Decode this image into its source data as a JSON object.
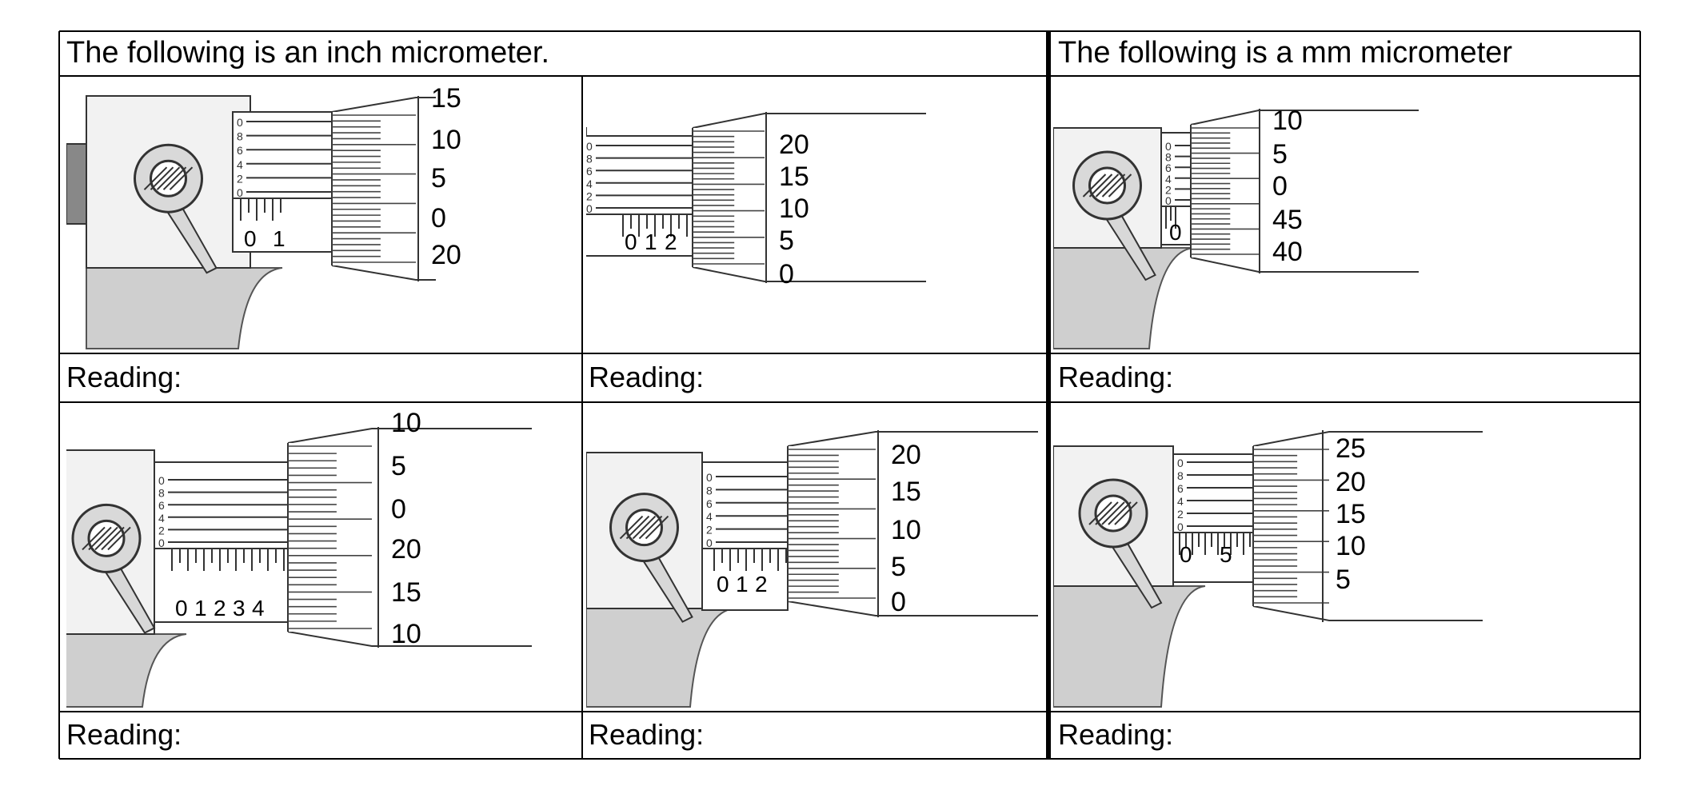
{
  "headers": {
    "inch": "The following is an inch micrometer.",
    "mm": "The following is a mm micrometer"
  },
  "reading_label": "Reading:",
  "micrometers": [
    {
      "id": "inch-1",
      "sleeve_vertical": [
        "0",
        "8",
        "6",
        "4",
        "2",
        "0"
      ],
      "sleeve_numbers": [
        "0",
        "1"
      ],
      "thimble_numbers": [
        "15",
        "10",
        "5",
        "0",
        "20"
      ]
    },
    {
      "id": "inch-2",
      "sleeve_vertical": [
        "0",
        "8",
        "6",
        "4",
        "2",
        "0"
      ],
      "sleeve_numbers": [
        "0",
        "1",
        "2"
      ],
      "thimble_numbers": [
        "20",
        "15",
        "10",
        "5",
        "0"
      ]
    },
    {
      "id": "mm-1",
      "sleeve_vertical": [
        "0",
        "8",
        "6",
        "4",
        "2",
        "0"
      ],
      "sleeve_numbers": [
        "0"
      ],
      "thimble_numbers": [
        "10",
        "5",
        "0",
        "45",
        "40"
      ]
    },
    {
      "id": "inch-3",
      "sleeve_vertical": [
        "0",
        "8",
        "6",
        "4",
        "2",
        "0"
      ],
      "sleeve_numbers": [
        "0",
        "1",
        "2",
        "3",
        "4"
      ],
      "thimble_numbers": [
        "10",
        "5",
        "0",
        "20",
        "15",
        "10"
      ]
    },
    {
      "id": "inch-4",
      "sleeve_vertical": [
        "0",
        "8",
        "6",
        "4",
        "2",
        "0"
      ],
      "sleeve_numbers": [
        "0",
        "1",
        "2"
      ],
      "thimble_numbers": [
        "20",
        "15",
        "10",
        "5",
        "0"
      ]
    },
    {
      "id": "mm-2",
      "sleeve_vertical": [
        "0",
        "8",
        "6",
        "4",
        "2",
        "0"
      ],
      "sleeve_numbers": [
        "0",
        "5"
      ],
      "thimble_numbers": [
        "25",
        "20",
        "15",
        "10",
        "5"
      ]
    }
  ]
}
